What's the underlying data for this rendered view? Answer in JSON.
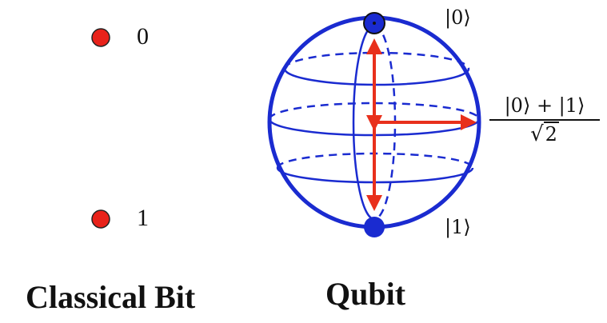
{
  "classical": {
    "caption": "Classical Bit",
    "bit_zero": "0",
    "bit_one": "1",
    "dot_color": "#e8221a"
  },
  "qubit": {
    "caption": "Qubit",
    "ket_zero": "|0⟩",
    "ket_one": "|1⟩",
    "superposition_numerator": "|0⟩ + |1⟩",
    "superposition_radical": "√",
    "superposition_radicand": "2",
    "sphere_color": "#1a2bd0",
    "arrow_color": "#e8301c"
  }
}
